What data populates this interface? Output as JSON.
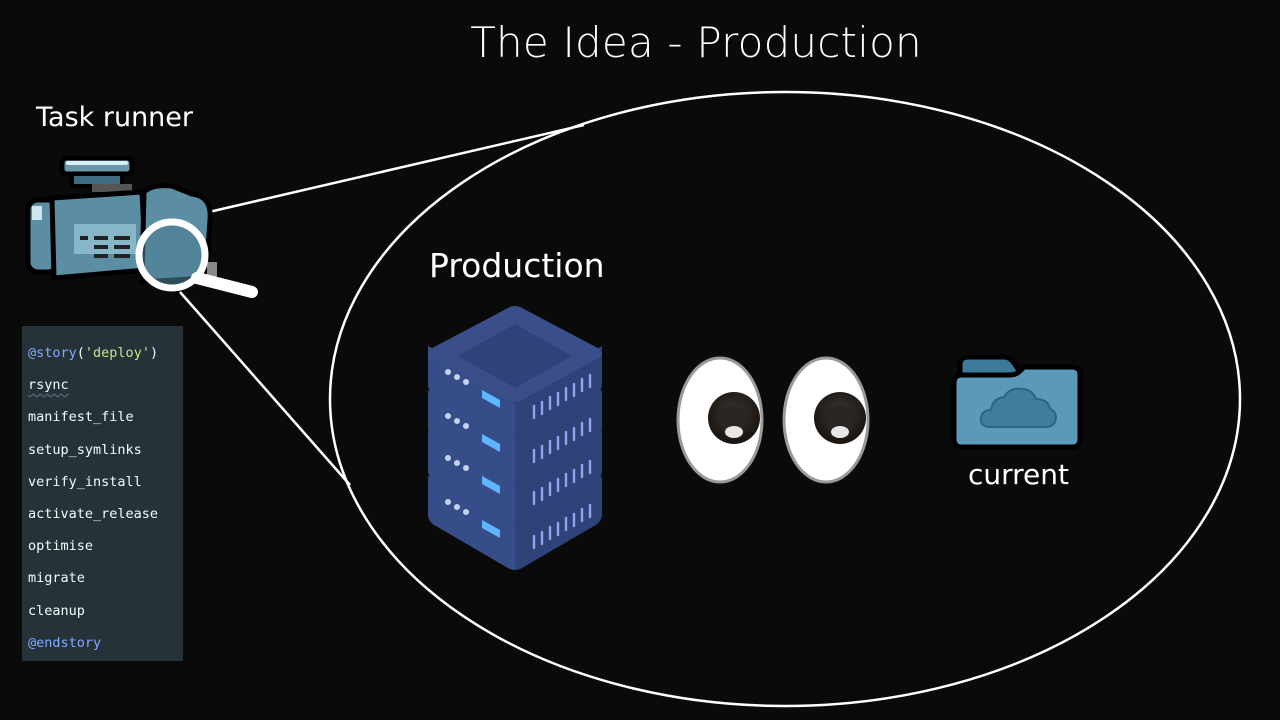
{
  "slide": {
    "title": "The Idea - Production",
    "background": "#0a0a0a"
  },
  "task_runner": {
    "label": "Task runner",
    "icon": "machine-with-magnifier-icon"
  },
  "code": {
    "background": "#263238",
    "lines": [
      {
        "kind": "story-start",
        "prefix": "@story",
        "open": "(",
        "arg": "'deploy'",
        "close": ")"
      },
      {
        "kind": "task",
        "text": "rsync",
        "squiggle": true
      },
      {
        "kind": "task",
        "text": "manifest_file"
      },
      {
        "kind": "task",
        "text": "setup_symlinks"
      },
      {
        "kind": "task",
        "text": "verify_install"
      },
      {
        "kind": "task",
        "text": "activate_release"
      },
      {
        "kind": "task",
        "text": "optimise"
      },
      {
        "kind": "task",
        "text": "migrate"
      },
      {
        "kind": "task",
        "text": "cleanup"
      },
      {
        "kind": "story-end",
        "text": "@endstory"
      }
    ]
  },
  "zoom_region": {
    "production_label": "Production",
    "server_icon": "server-stack-icon",
    "eyes_icon": "eyes-icon",
    "folder_icon": "cloud-folder-icon",
    "folder_label": "current"
  },
  "colors": {
    "server_body": "#3a4f8a",
    "server_led": "#5eb6ff",
    "folder": "#4d8fae",
    "code_keyword": "#82aaff",
    "code_string": "#c3e88d"
  }
}
